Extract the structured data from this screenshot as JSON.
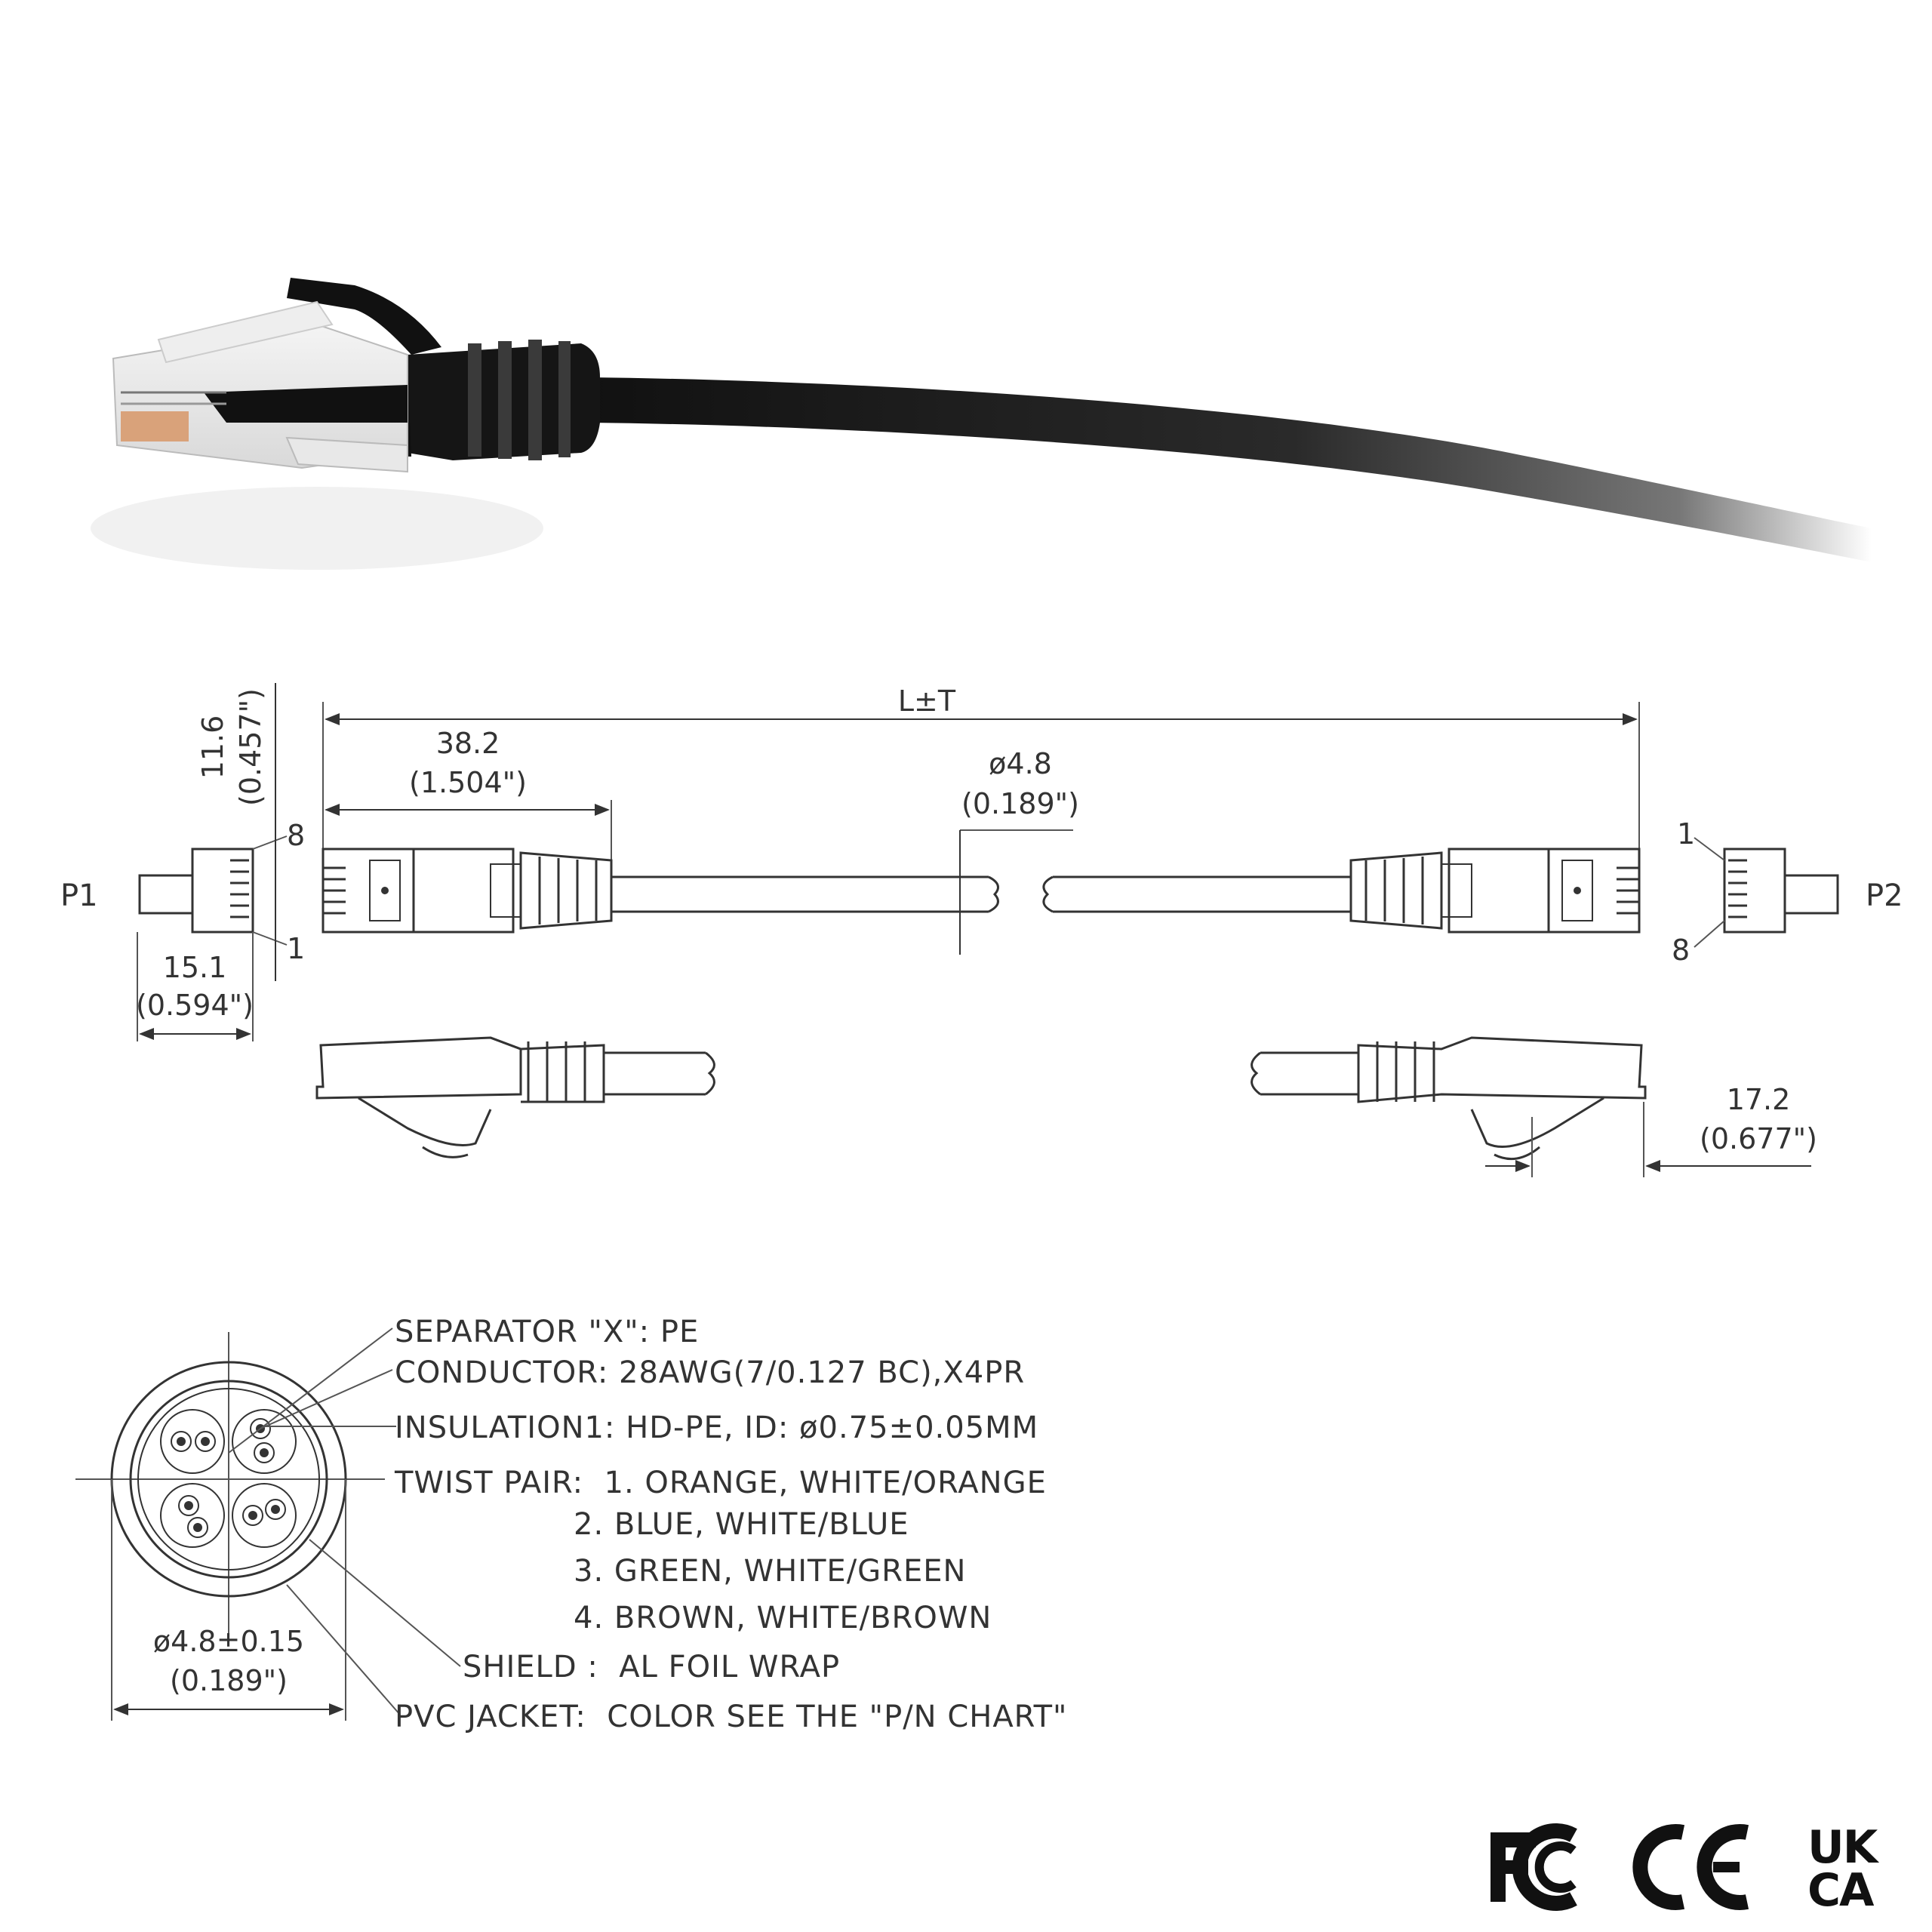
{
  "dimensions": {
    "total_length": "L±T",
    "plug_length_mm": "38.2",
    "plug_length_in": "(1.504\")",
    "cable_dia_mm": "ø4.8",
    "cable_dia_in": "(0.189\")",
    "plug_height_mm": "11.6",
    "plug_height_in": "(0.457\")",
    "plug_width_mm": "15.1",
    "plug_width_in": "(0.594\")",
    "latch_mm": "17.2",
    "latch_in": "(0.677\")"
  },
  "ports": {
    "left": "P1",
    "right": "P2"
  },
  "pins": {
    "one": "1",
    "eight": "8"
  },
  "cross_section": {
    "diameter_mm": "ø4.8±0.15",
    "diameter_in": "(0.189\")",
    "specs": [
      "SEPARATOR \"X\": PE",
      "CONDUCTOR: 28AWG(7/0.127 BC),X4PR",
      "INSULATION1: HD-PE, ID: ø0.75±0.05MM",
      "TWIST PAIR:  1. ORANGE, WHITE/ORANGE",
      "2. BLUE, WHITE/BLUE",
      "3. GREEN, WHITE/GREEN",
      "4. BROWN, WHITE/BROWN",
      "SHIELD :  AL FOIL WRAP",
      "PVC JACKET:  COLOR SEE THE \"P/N CHART\""
    ]
  },
  "certifications": [
    "FC",
    "CE",
    "UK CA"
  ]
}
